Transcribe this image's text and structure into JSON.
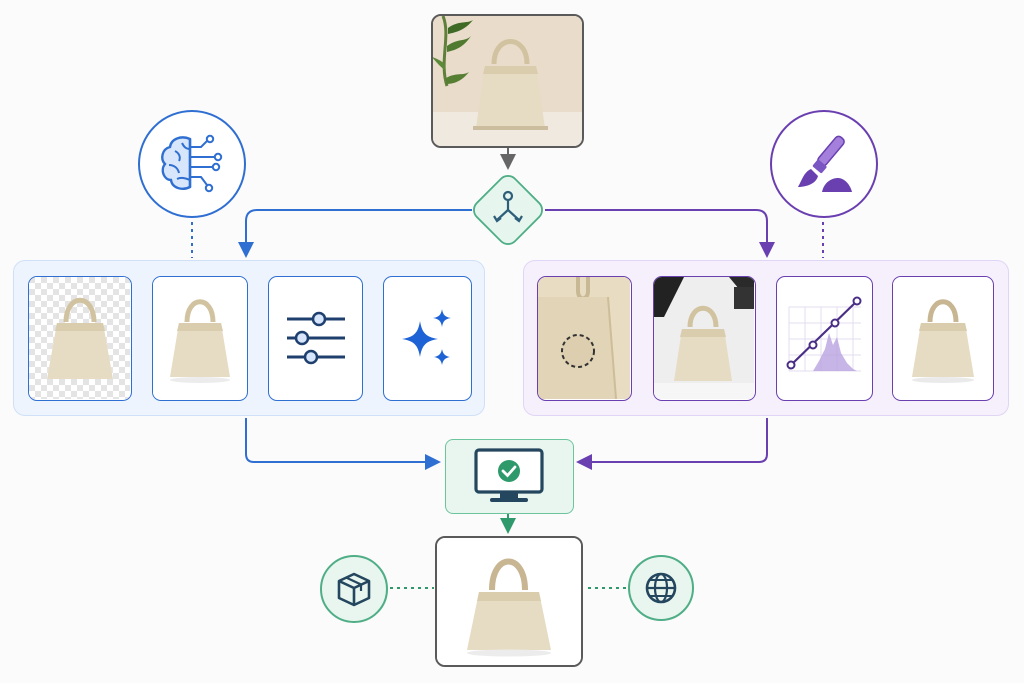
{
  "colors": {
    "ai_blue": "#2f6fd1",
    "manual_purple": "#6a3fb0",
    "output_green": "#2e9a6b",
    "neutral_gray": "#5f6368",
    "bag_beige": "#e6dcc3"
  },
  "icons": {
    "ai": "brain-circuit-icon",
    "manual": "paintbrush-icon",
    "split": "branch-split-icon",
    "adjust": "sliders-icon",
    "enhance": "sparkles-icon",
    "review": "monitor-check-icon",
    "ecommerce": "package-icon",
    "web": "globe-icon"
  },
  "stages": {
    "input": "product-photo-on-shelf",
    "ai_steps": [
      "background-removed",
      "white-background",
      "adjustments",
      "ai-enhance"
    ],
    "manual_steps": [
      "spot-retouch",
      "studio-lighting",
      "curves-histogram",
      "final-retouch"
    ],
    "output": "final-product-image"
  }
}
